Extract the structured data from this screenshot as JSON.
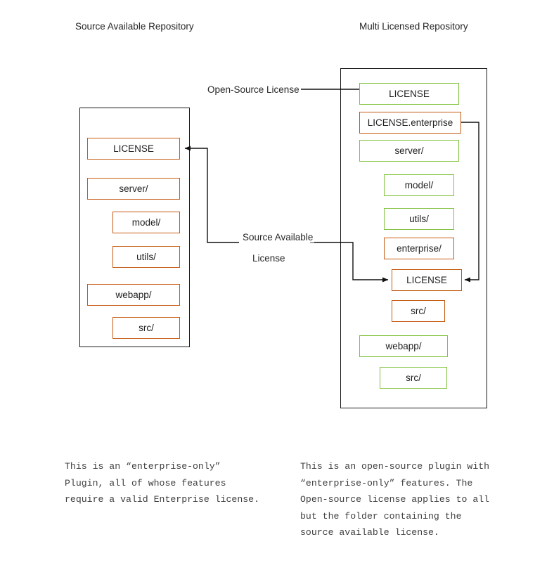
{
  "colors": {
    "source_available": "#C55A11",
    "open_source": "#82C341",
    "frame": "#1a1a1a",
    "text": "#262626",
    "caption_text": "#3f3f3f",
    "background": "#ffffff"
  },
  "titles": {
    "left": "Source Available Repository",
    "right": "Multi Licensed Repository"
  },
  "left_repo": {
    "nodes": [
      {
        "label": "LICENSE",
        "color": "source_available",
        "indent": 0
      },
      {
        "label": "server/",
        "color": "source_available",
        "indent": 0
      },
      {
        "label": "model/",
        "color": "source_available",
        "indent": 1
      },
      {
        "label": "utils/",
        "color": "source_available",
        "indent": 1
      },
      {
        "label": "webapp/",
        "color": "source_available",
        "indent": 0
      },
      {
        "label": "src/",
        "color": "source_available",
        "indent": 1
      }
    ]
  },
  "right_repo": {
    "nodes": [
      {
        "label": "LICENSE",
        "color": "open_source",
        "indent": 0
      },
      {
        "label": "LICENSE.enterprise",
        "color": "source_available",
        "indent": 0
      },
      {
        "label": "server/",
        "color": "open_source",
        "indent": 0
      },
      {
        "label": "model/",
        "color": "open_source",
        "indent": 1
      },
      {
        "label": "utils/",
        "color": "open_source",
        "indent": 1
      },
      {
        "label": "enterprise/",
        "color": "source_available",
        "indent": 1
      },
      {
        "label": "LICENSE",
        "color": "source_available",
        "indent": 2
      },
      {
        "label": "src/",
        "color": "source_available",
        "indent": 2
      },
      {
        "label": "webapp/",
        "color": "open_source",
        "indent": 0
      },
      {
        "label": "src/",
        "color": "open_source",
        "indent": 1
      }
    ]
  },
  "connectors": {
    "open_source_label": "Open-Source License",
    "source_available_label_line1": "Source Available",
    "source_available_label_line2": "License"
  },
  "captions": {
    "left": "This is an “enterprise-only”\nPlugin, all of whose features\nrequire a valid Enterprise license.",
    "right": "This is an open-source plugin with\n“enterprise-only” features. The\nOpen-source license applies to all\nbut the folder containing the\nsource available license."
  }
}
